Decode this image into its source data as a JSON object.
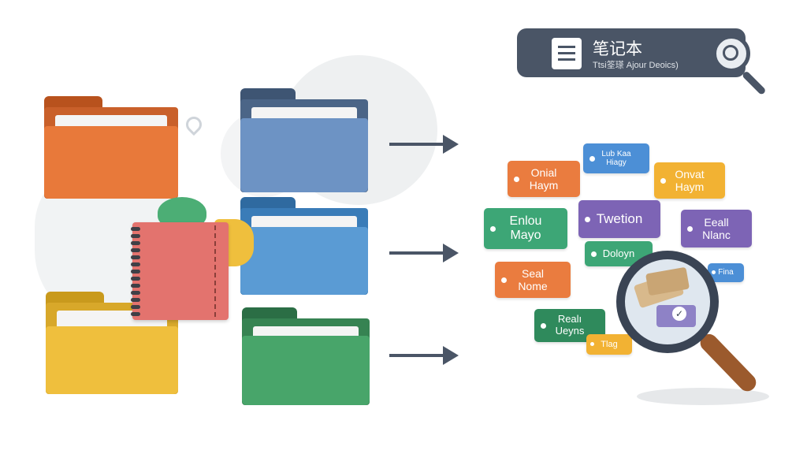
{
  "search_bar": {
    "title": "笔记本",
    "subtitle": "Ttsi筌瑹 Ajour Deoics)",
    "doc_icon": "document-icon",
    "search_icon": "magnifier-icon"
  },
  "tags": [
    {
      "lines": [
        "Onial",
        "Haym"
      ],
      "color": "#ea7c3f"
    },
    {
      "lines": [
        "Lub Kaa",
        "Hiagy"
      ],
      "color": "#4c8fd6"
    },
    {
      "lines": [
        "Onvat",
        "Haym"
      ],
      "color": "#f2b233"
    },
    {
      "lines": [
        "Enlou",
        "Mayo"
      ],
      "color": "#3da676"
    },
    {
      "lines": [
        "Twetion"
      ],
      "color": "#7d64b5"
    },
    {
      "lines": [
        "Eeall",
        "Nlanc"
      ],
      "color": "#7d64b5"
    },
    {
      "lines": [
        "Doloyn"
      ],
      "color": "#3da676"
    },
    {
      "lines": [
        "Fina"
      ],
      "color": "#4c8fd6"
    },
    {
      "lines": [
        "Seal",
        "Nome"
      ],
      "color": "#ea7c3f"
    },
    {
      "lines": [
        "Realı",
        "Ueyns"
      ],
      "color": "#2f8a5c"
    },
    {
      "lines": [
        "Tlag"
      ],
      "color": "#f2b233"
    }
  ],
  "colors": {
    "folder_orange": "#e8793a",
    "folder_yellow": "#efbf3d",
    "folder_blue": "#6d93c4",
    "folder_lightblue": "#5a9bd4",
    "folder_green": "#48a56a",
    "arrow": "#4a5566",
    "notebook": "#e3736e"
  }
}
